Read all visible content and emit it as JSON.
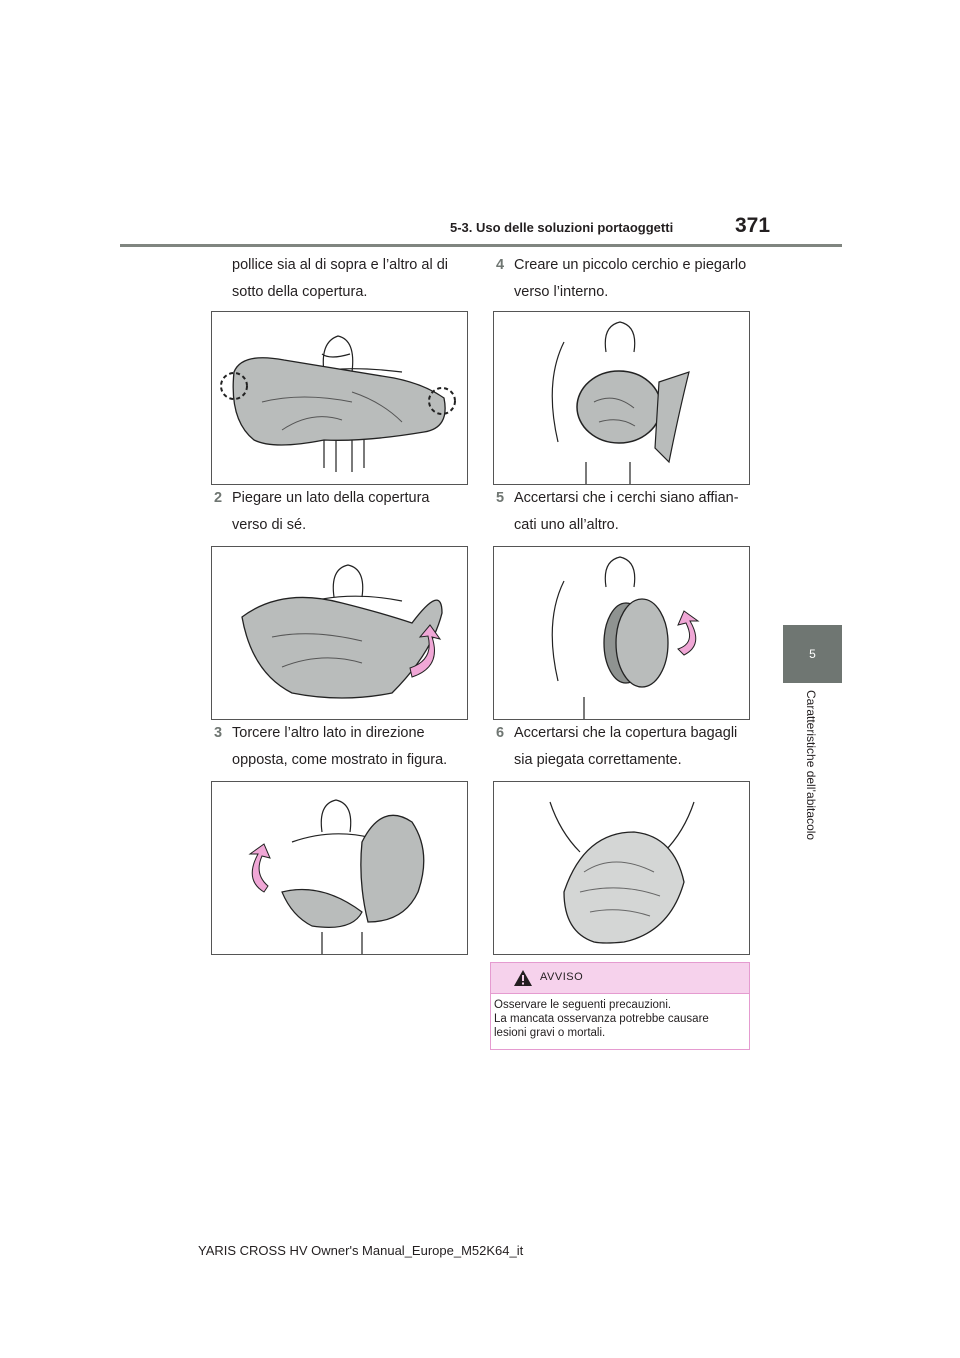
{
  "header": {
    "section": "5-3. Uso delle soluzioni portaoggetti",
    "page_number": "371"
  },
  "side_tab": {
    "chapter": "5",
    "chapter_title": "Caratteristiche dell’abitacolo"
  },
  "steps": [
    {
      "num": "",
      "line1": "pollice sia al di sopra e l’altro al di",
      "line2": "sotto della copertura."
    },
    {
      "num": "2",
      "line1": "Piegare un lato della copertura",
      "line2": "verso di sé."
    },
    {
      "num": "3",
      "line1": "Torcere l’altro lato in direzione",
      "line2": "opposta, come mostrato in figura."
    },
    {
      "num": "4",
      "line1": "Creare un piccolo cerchio e piegarlo",
      "line2": "verso l’interno."
    },
    {
      "num": "5",
      "line1": "Accertarsi che i cerchi siano affian-",
      "line2": "cati uno all’altro."
    },
    {
      "num": "6",
      "line1": "Accertarsi che la copertura bagagli",
      "line2": "sia piegata correttamente."
    }
  ],
  "warning": {
    "title": "AVVISO",
    "line1": "Osservare le seguenti precauzioni.",
    "line2": "La mancata osservanza potrebbe causare",
    "line3": "lesioni gravi o mortali."
  },
  "footer": {
    "text": "YARIS CROSS HV Owner's Manual_Europe_M52K64_it"
  },
  "colors": {
    "cover_gray": "#b9bcbb",
    "arrow_pink": "#f0a7d6",
    "tab_gray": "#6f7672",
    "warning_pink": "#f6d2ec"
  }
}
